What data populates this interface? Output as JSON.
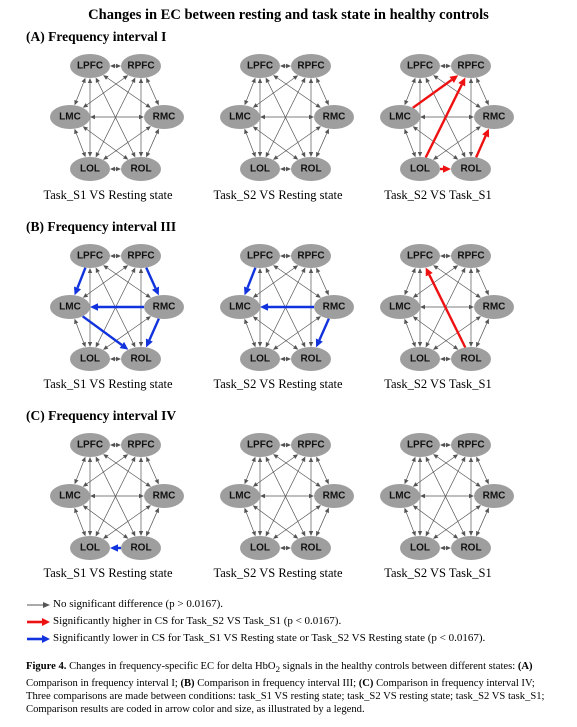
{
  "title": "Changes in EC between resting and task state in healthy controls",
  "nodes": [
    "LPFC",
    "RPFC",
    "LMC",
    "RMC",
    "LOL",
    "ROL"
  ],
  "colors": {
    "none": "#555555",
    "higher": "#ee1111",
    "lower": "#1133dd",
    "node_fill": "#9e9e9e"
  },
  "sections": [
    {
      "label": "(A) Frequency interval I",
      "panels": [
        {
          "caption": "Task_S1 VS Resting state",
          "red": [],
          "blue": []
        },
        {
          "caption": "Task_S2 VS Resting state",
          "red": [],
          "blue": []
        },
        {
          "caption": "Task_S2 VS Task_S1",
          "red": [
            [
              "LMC",
              "RPFC"
            ],
            [
              "LOL",
              "RPFC"
            ],
            [
              "ROL",
              "RMC"
            ],
            [
              "LOL",
              "ROL"
            ]
          ],
          "blue": []
        }
      ]
    },
    {
      "label": "(B) Frequency interval III",
      "panels": [
        {
          "caption": "Task_S1 VS Resting state",
          "red": [],
          "blue": [
            [
              "LPFC",
              "LMC"
            ],
            [
              "RPFC",
              "RMC"
            ],
            [
              "RMC",
              "LMC"
            ],
            [
              "RMC",
              "ROL"
            ],
            [
              "LMC",
              "ROL"
            ]
          ]
        },
        {
          "caption": "Task_S2 VS Resting state",
          "red": [],
          "blue": [
            [
              "LPFC",
              "LMC"
            ],
            [
              "RMC",
              "LMC"
            ],
            [
              "RMC",
              "ROL"
            ]
          ]
        },
        {
          "caption": "Task_S2 VS Task_S1",
          "red": [
            [
              "ROL",
              "LPFC"
            ]
          ],
          "blue": []
        }
      ]
    },
    {
      "label": "(C) Frequency interval IV",
      "panels": [
        {
          "caption": "Task_S1 VS Resting state",
          "red": [],
          "blue": [
            [
              "ROL",
              "LOL"
            ]
          ]
        },
        {
          "caption": "Task_S2 VS Resting state",
          "red": [],
          "blue": []
        },
        {
          "caption": "Task_S2 VS Task_S1",
          "red": [],
          "blue": []
        }
      ]
    }
  ],
  "legend": {
    "none": "No significant difference (p > 0.0167).",
    "higher": "Significantly higher in CS for Task_S2 VS Task_S1 (p < 0.0167).",
    "lower": "Significantly lower in CS for Task_S1 VS Resting state or Task_S2 VS Resting state (p < 0.0167)."
  },
  "caption": {
    "fig_label": "Figure 4.",
    "p1": " Changes in frequency-specific EC for delta HbO",
    "sub": "2",
    "p2": " signals in the healthy controls between different states: ",
    "a": "(A)",
    "p3": " Comparison in frequency interval I; ",
    "b": "(B)",
    "p4": " Comparison in frequency interval III; ",
    "c": "(C)",
    "p5": " Comparison in frequency interval IV; Three comparisons are made between conditions: task_S1 VS resting state; task_S2 VS resting state; task_S2 VS task_S1; Comparison results are coded in arrow color and size, as illustrated by a legend."
  }
}
